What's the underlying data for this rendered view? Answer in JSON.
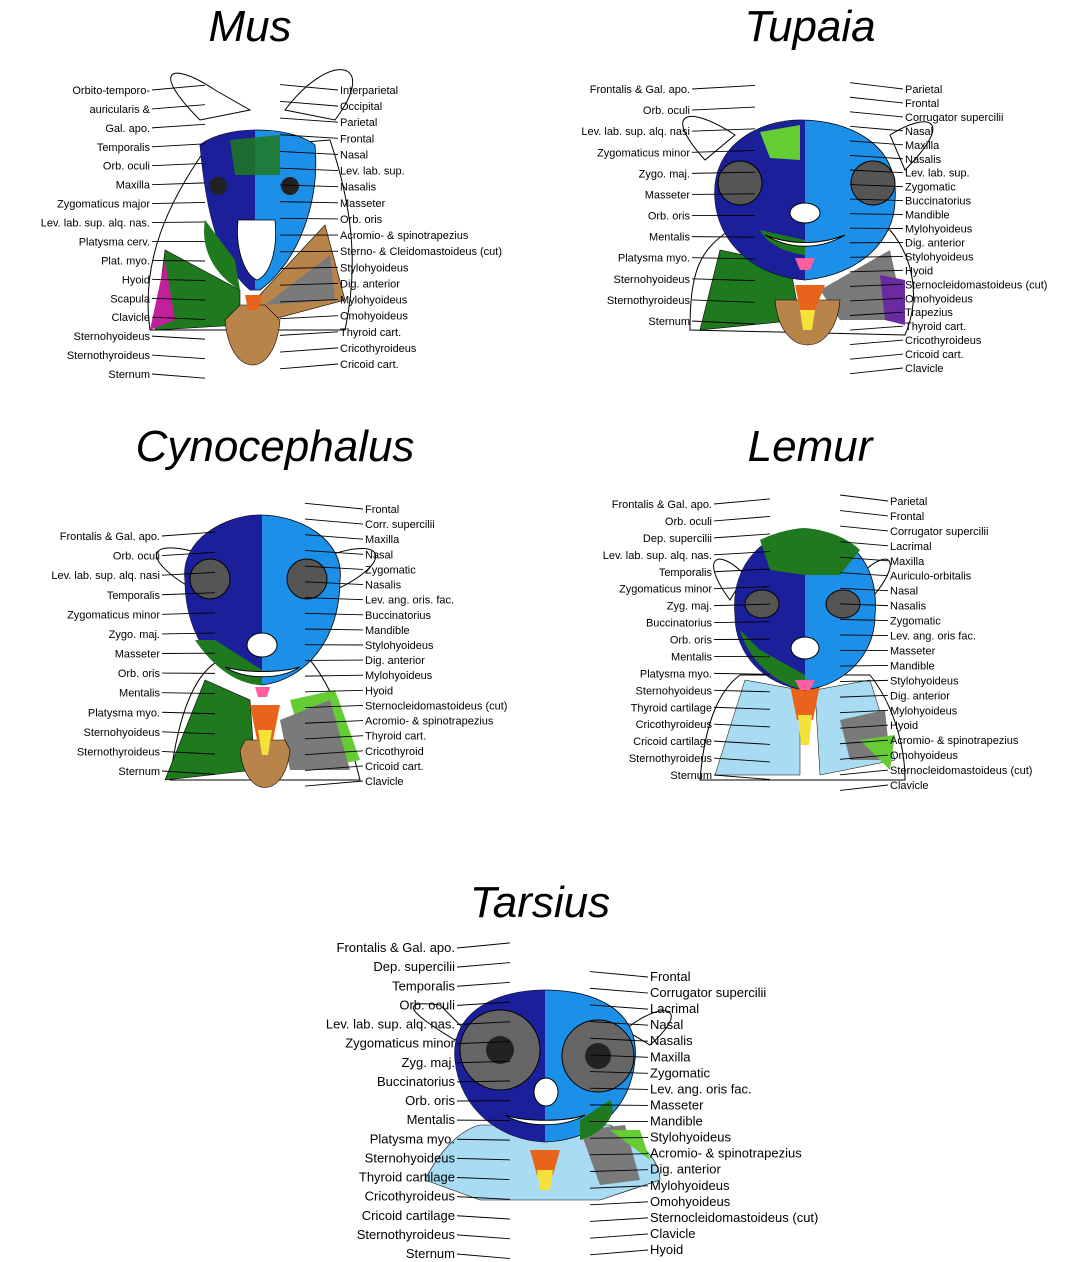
{
  "colors": {
    "dark_blue": "#1b1f9a",
    "light_blue": "#1c8fe8",
    "pale_blue": "#a9dcf2",
    "green": "#1f7a1f",
    "light_green": "#66cc33",
    "brown": "#b8844a",
    "gray": "#7a7a7a",
    "magenta": "#c21f9b",
    "orange": "#e8641c",
    "pink": "#ff5fa0",
    "yellow": "#f4e23b",
    "purple": "#6a2aa0"
  },
  "panels": [
    {
      "id": "mus",
      "title": "Mus",
      "left_labels": [
        "Orbito-temporo-",
        "auricularis &",
        "Gal. apo.",
        "Temporalis",
        "Orb. oculi",
        "Maxilla",
        "Zygomaticus major",
        "Lev. lab. sup. alq. nas.",
        "Platysma cerv.",
        "Plat. myo.",
        "Hyoid",
        "Scapula",
        "Clavicle",
        "Sternohyoideus",
        "Sternothyroideus",
        "Sternum"
      ],
      "right_labels": [
        "Interparietal",
        "Occipital",
        "Parietal",
        "Frontal",
        "Nasal",
        "Lev. lab. sup.",
        "Nasalis",
        "Masseter",
        "Orb. oris",
        "Acromio- & spinotrapezius",
        "Sterno- & Cleidomastoideus (cut)",
        "Stylohyoideus",
        "Dig. anterior",
        "Mylohyoideus",
        "Omohyoideus",
        "Thyroid cart.",
        "Cricothyroideus",
        "Cricoid cart."
      ]
    },
    {
      "id": "tupaia",
      "title": "Tupaia",
      "left_labels": [
        "Frontalis & Gal. apo.",
        "Orb. oculi",
        "Lev. lab. sup. alq. nasi",
        "Zygomaticus minor",
        "Zygo. maj.",
        "Masseter",
        "Orb. oris",
        "Mentalis",
        "Platysma myo.",
        "Sternohyoideus",
        "Sternothyroideus",
        "Sternum"
      ],
      "right_labels": [
        "Parietal",
        "Frontal",
        "Corrugator supercilii",
        "Nasal",
        "Maxilla",
        "Nasalis",
        "Lev. lab. sup.",
        "Zygomatic",
        "Buccinatorius",
        "Mandible",
        "Mylohyoideus",
        "Dig. anterior",
        "Stylohyoideus",
        "Hyoid",
        "Sternocleidomastoideus (cut)",
        "Omohyoideus",
        "Trapezius",
        "Thyroid cart.",
        "Cricothyroideus",
        "Cricoid cart.",
        "Clavicle"
      ]
    },
    {
      "id": "cynocephalus",
      "title": "Cynocephalus",
      "left_labels": [
        "Frontalis & Gal. apo.",
        "Orb. oculi",
        "Lev. lab. sup. alq. nasi",
        "Temporalis",
        "Zygomaticus minor",
        "Zygo. maj.",
        "Masseter",
        "Orb. oris",
        "Mentalis",
        "Platysma myo.",
        "Sternohyoideus",
        "Sternothyroideus",
        "Sternum"
      ],
      "right_labels": [
        "Frontal",
        "Corr. supercilii",
        "Maxilla",
        "Nasal",
        "Zygomatic",
        "Nasalis",
        "Lev. ang. oris. fac.",
        "Buccinatorius",
        "Mandible",
        "Stylohyoideus",
        "Dig. anterior",
        "Mylohyoideus",
        "Hyoid",
        "Sternocleidomastoideus (cut)",
        "Acromio- & spinotrapezius",
        "Thyroid cart.",
        "Cricothyroid",
        "Cricoid cart.",
        "Clavicle"
      ]
    },
    {
      "id": "lemur",
      "title": "Lemur",
      "left_labels": [
        "Frontalis & Gal. apo.",
        "Orb. oculi",
        "Dep. supercilii",
        "Lev. lab. sup. alq. nas.",
        "Temporalis",
        "Zygomaticus minor",
        "Zyg. maj.",
        "Buccinatorius",
        "Orb. oris",
        "Mentalis",
        "Platysma myo.",
        "Sternohyoideus",
        "Thyroid cartilage",
        "Cricothyroideus",
        "Cricoid cartilage",
        "Sternothyroideus",
        "Sternum"
      ],
      "right_labels": [
        "Parietal",
        "Frontal",
        "Corrugator supercilii",
        "Lacrimal",
        "Maxilla",
        "Auriculo-orbitalis",
        "Nasal",
        "Nasalis",
        "Zygomatic",
        "Lev. ang. oris fac.",
        "Masseter",
        "Mandible",
        "Stylohyoideus",
        "Dig. anterior",
        "Mylohyoideus",
        "Hyoid",
        "Acromio- & spinotrapezius",
        "Omohyoideus",
        "Sternocleidomastoideus (cut)",
        "Clavicle"
      ]
    },
    {
      "id": "tarsius",
      "title": "Tarsius",
      "left_labels": [
        "Frontalis & Gal. apo.",
        "Dep. supercilii",
        "Temporalis",
        "Orb. oculi",
        "Lev. lab. sup. alq. nas.",
        "Zygomaticus minor",
        "Zyg. maj.",
        "Buccinatorius",
        "Orb. oris",
        "Mentalis",
        "Platysma myo.",
        "Sternohyoideus",
        "Thyroid cartilage",
        "Cricothyroideus",
        "Cricoid cartilage",
        "Sternothyroideus",
        "Sternum"
      ],
      "right_labels": [
        "Frontal",
        "Corrugator supercilii",
        "Lacrimal",
        "Nasal",
        "Nasalis",
        "Maxilla",
        "Zygomatic",
        "Lev. ang. oris fac.",
        "Masseter",
        "Mandible",
        "Stylohyoideus",
        "Acromio- & spinotrapezius",
        "Dig. anterior",
        "Mylohyoideus",
        "Omohyoideus",
        "Sternocleidomastoideus (cut)",
        "Clavicle",
        "Hyoid"
      ]
    }
  ]
}
